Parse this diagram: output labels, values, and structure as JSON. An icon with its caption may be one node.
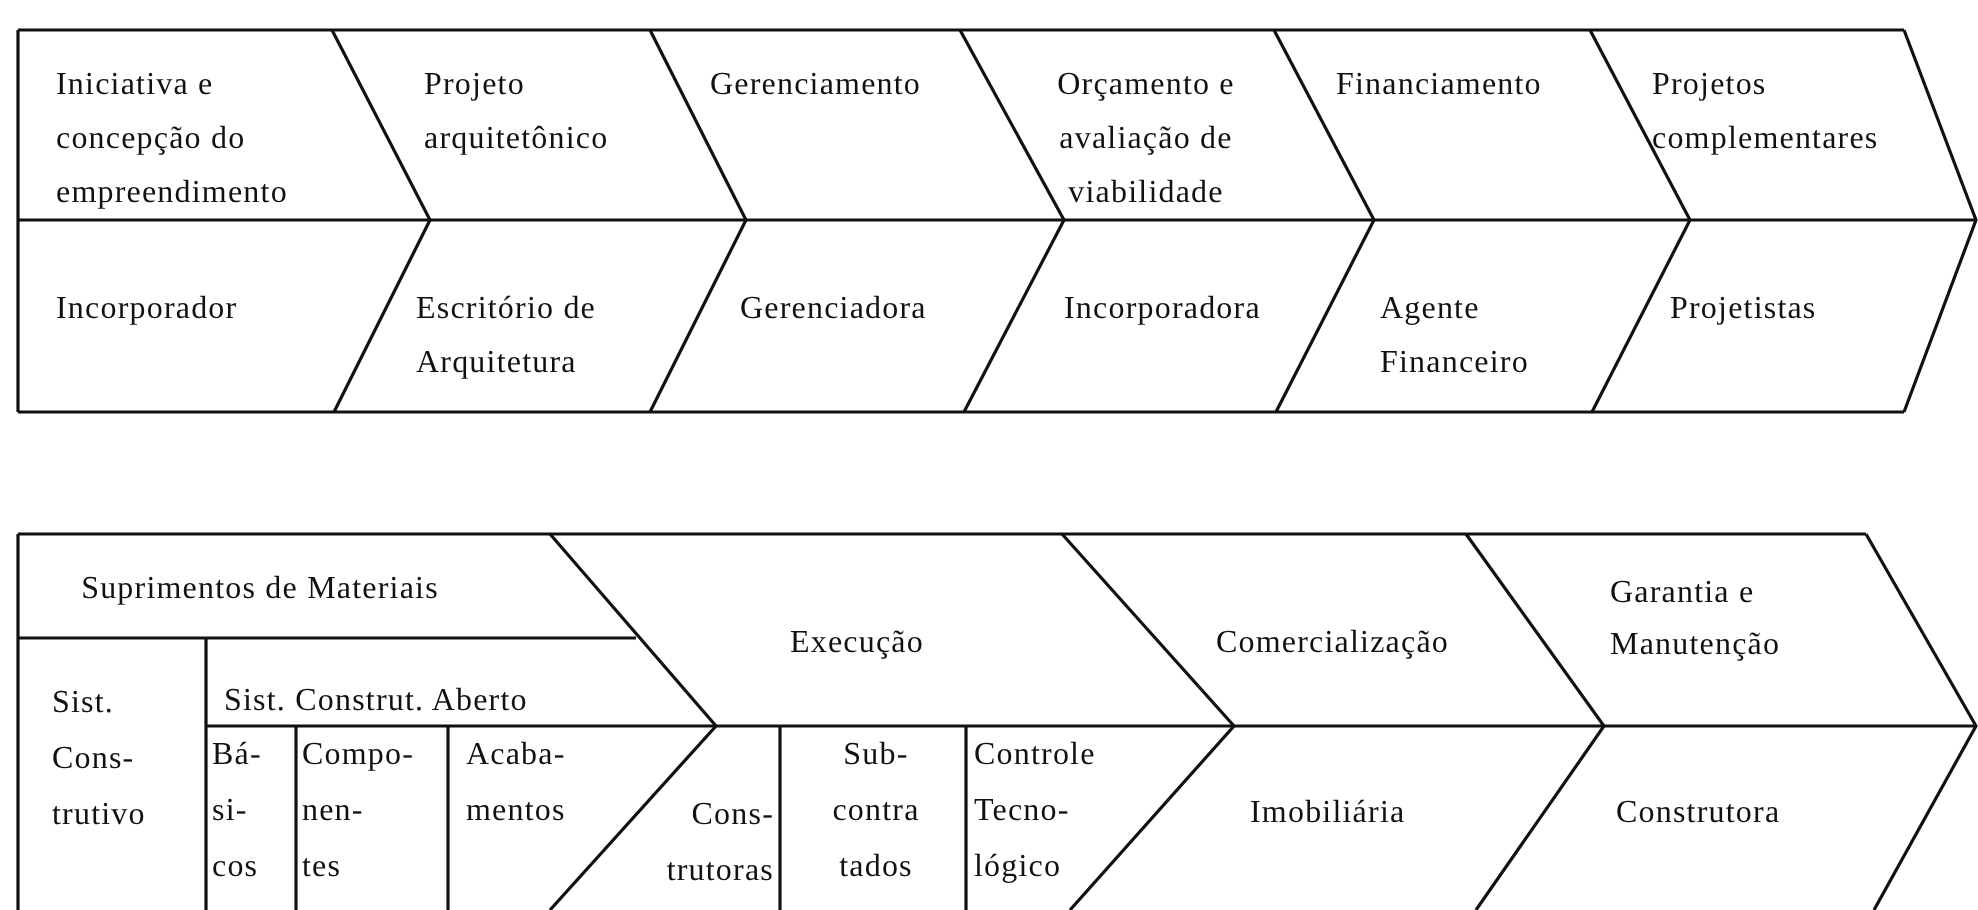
{
  "diagram": {
    "nodes": [
      {
        "text": [
          "Iniciativa e concepção do empreendimento"
        ]
      },
      {
        "text": [
          "Projeto arquitetônico"
        ]
      },
      {
        "text": [
          "Gerenciamento"
        ]
      },
      {
        "text": [
          "Orçamento e avaliação de viabilidade"
        ]
      },
      {
        "text": [
          "Financiamento"
        ]
      },
      {
        "text": [
          "Projetos complementares"
        ]
      },
      {
        "text": [
          "Incorporador"
        ]
      },
      {
        "text": [
          "Escritório de Arquitetura"
        ]
      },
      {
        "text": [
          "Gerenciadora"
        ]
      },
      {
        "text": [
          "Incorporadora"
        ]
      },
      {
        "text": [
          "Agente Financeiro"
        ]
      },
      {
        "text": [
          "Projetistas"
        ]
      },
      {
        "text": [
          "Suprimentos de Materiais"
        ]
      },
      {
        "text": [
          "Execução"
        ]
      },
      {
        "text": [
          "Comercialização"
        ]
      },
      {
        "text": [
          "Garantia e Manutenção"
        ]
      },
      {
        "text": [
          "Sist. Cons- trutivo"
        ]
      },
      {
        "text": [
          "Sist. Construt. Aberto"
        ]
      },
      {
        "text": [
          "Bá- si- cos"
        ]
      },
      {
        "text": [
          "Compo- nen- tes"
        ]
      },
      {
        "text": [
          "Acaba- mentos"
        ]
      },
      {
        "text": [
          "Cons- trutoras"
        ]
      },
      {
        "text": [
          "Sub- contra tados"
        ]
      },
      {
        "text": [
          "Controle Tecno- lógico"
        ]
      },
      {
        "text": [
          "Imobiliária"
        ]
      },
      {
        "text": [
          "Construtora"
        ]
      }
    ]
  }
}
